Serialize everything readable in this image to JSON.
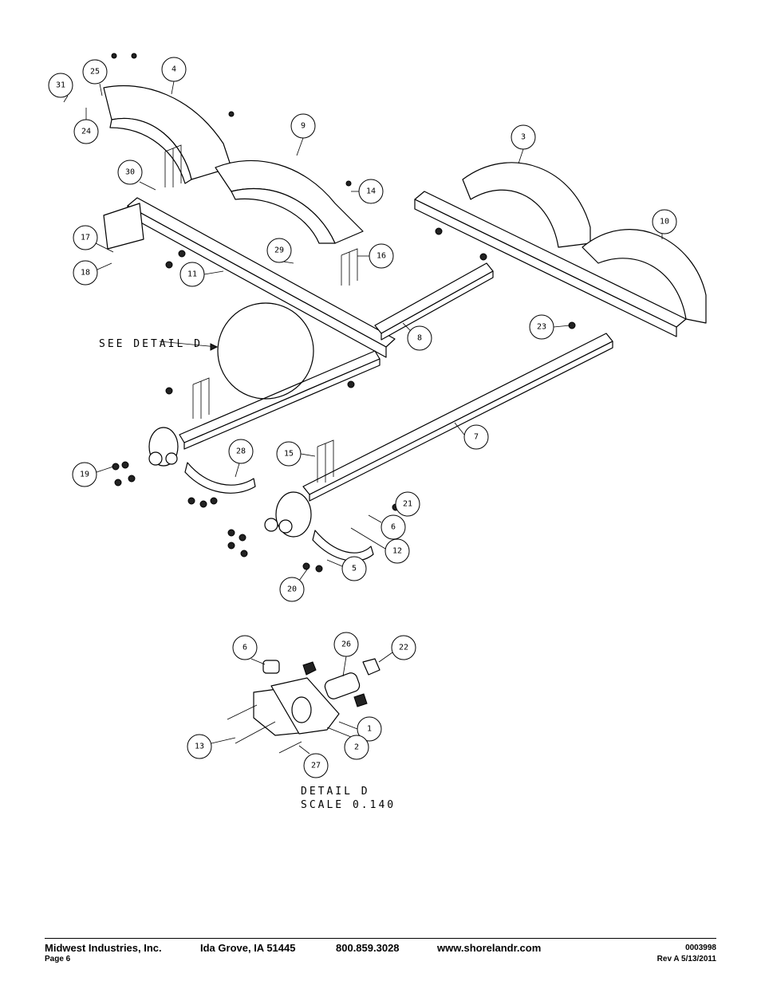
{
  "labels": {
    "see_detail": "SEE DETAIL  D",
    "detail_title": "DETAIL  D",
    "detail_scale": "SCALE  0.140"
  },
  "callouts": [
    "31",
    "25",
    "4",
    "24",
    "9",
    "30",
    "14",
    "3",
    "10",
    "17",
    "18",
    "29",
    "16",
    "11",
    "8",
    "23",
    "7",
    "28",
    "19",
    "15",
    "21",
    "6",
    "12",
    "5",
    "20",
    "6",
    "26",
    "22",
    "1",
    "13",
    "2",
    "27"
  ],
  "footer": {
    "company": "Midwest Industries, Inc.",
    "location": "Ida Grove, IA  51445",
    "phone": "800.859.3028",
    "website": "www.shorelandr.com",
    "doc_number": "0003998",
    "page": "Page 6",
    "revision": "Rev A  5/13/2011"
  }
}
